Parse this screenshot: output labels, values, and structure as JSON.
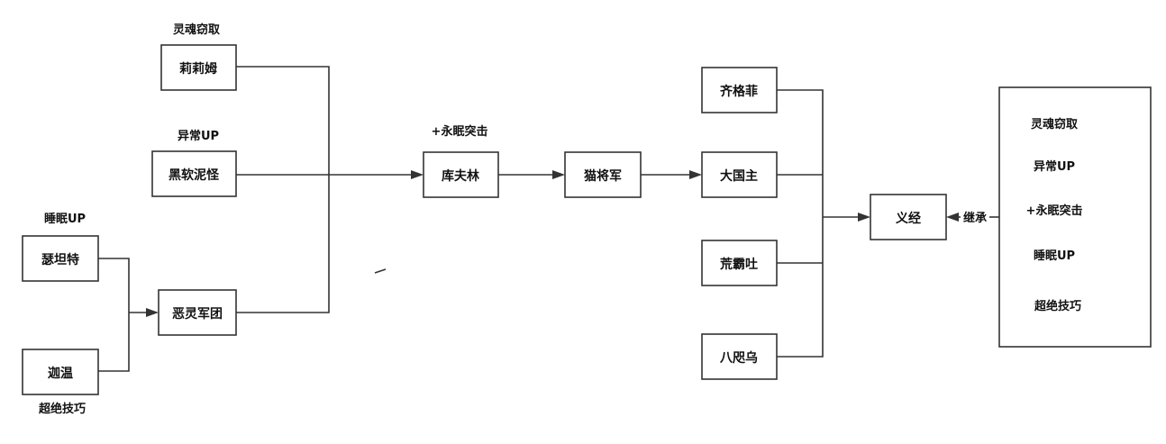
{
  "nodes": {
    "lililum": "莉莉姆",
    "black_slime": "黑软泥怪",
    "satan": "瑟坦特",
    "gawain": "迦温",
    "evil_legion": "恶灵军团",
    "kufulin": "库夫林",
    "cat_general": "猫将军",
    "qigefei": "齐格菲",
    "daguozhu": "大国主",
    "huangbatu": "荒霸吐",
    "bazhiwu": "八咫乌",
    "yijing": "义经"
  },
  "labels": {
    "lililum_skill": "灵魂窃取",
    "black_slime_skill": "异常UP",
    "satan_skill": "睡眠UP",
    "gawain_skill": "超绝技巧",
    "kufulin_skill": "+永眠突击",
    "inherit": "继承"
  },
  "inherit_box": {
    "items": [
      "灵魂窃取",
      "异常UP",
      "+永眠突击",
      "睡眠UP",
      "超绝技巧"
    ]
  },
  "colors": {
    "line": "#333333",
    "text": "#111111",
    "background": "#ffffff"
  }
}
